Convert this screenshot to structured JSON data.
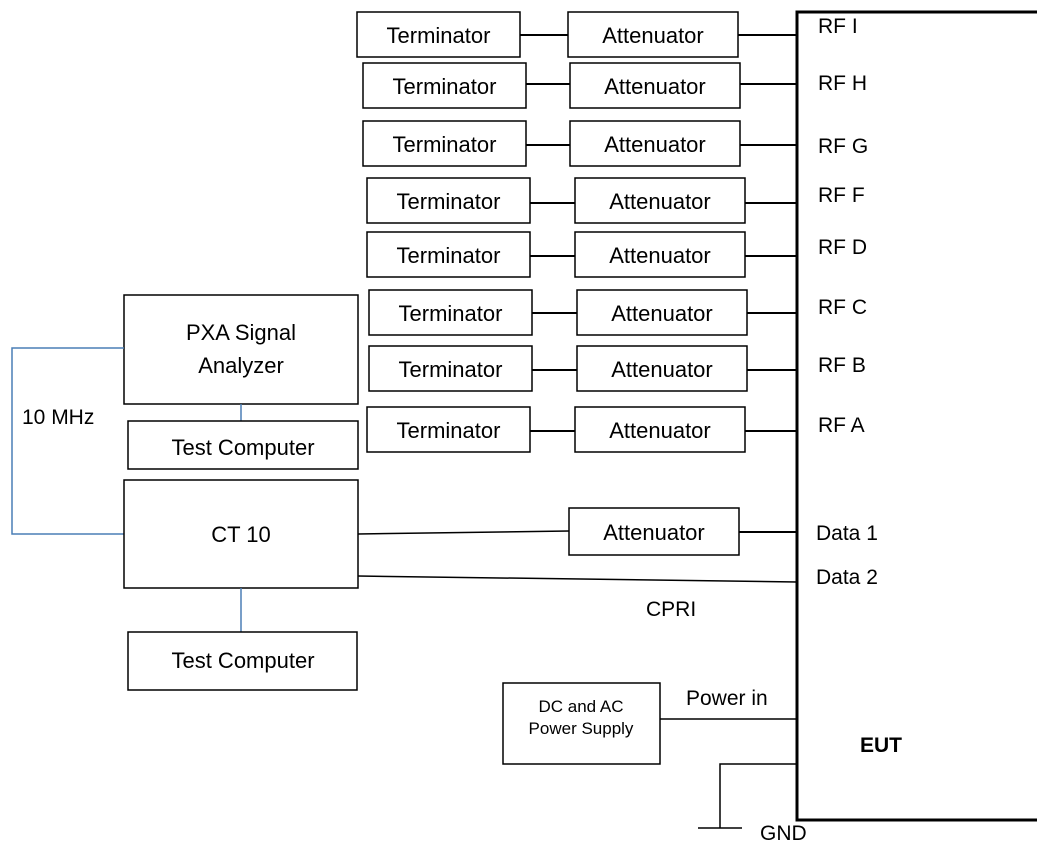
{
  "chains": [
    {
      "terminator": "Terminator",
      "attenuator": "Attenuator",
      "port": "RF I"
    },
    {
      "terminator": "Terminator",
      "attenuator": "Attenuator",
      "port": "RF H"
    },
    {
      "terminator": "Terminator",
      "attenuator": "Attenuator",
      "port": "RF G"
    },
    {
      "terminator": "Terminator",
      "attenuator": "Attenuator",
      "port": "RF F"
    },
    {
      "terminator": "Terminator",
      "attenuator": "Attenuator",
      "port": "RF D"
    },
    {
      "terminator": "Terminator",
      "attenuator": "Attenuator",
      "port": "RF C"
    },
    {
      "terminator": "Terminator",
      "attenuator": "Attenuator",
      "port": "RF B"
    },
    {
      "terminator": "Terminator",
      "attenuator": "Attenuator",
      "port": "RF A"
    }
  ],
  "pxa": {
    "line1": "PXA Signal",
    "line2": "Analyzer"
  },
  "test_computer_top": "Test Computer",
  "test_computer_bottom": "Test Computer",
  "ct10": "CT 10",
  "ref_label": "10 MHz",
  "data1_attenuator": "Attenuator",
  "data1": "Data 1",
  "data2": "Data 2",
  "cpri": "CPRI",
  "psu": {
    "line1": "DC and AC",
    "line2": "Power Supply"
  },
  "power_in": "Power in",
  "eut": "EUT",
  "gnd": "GND"
}
